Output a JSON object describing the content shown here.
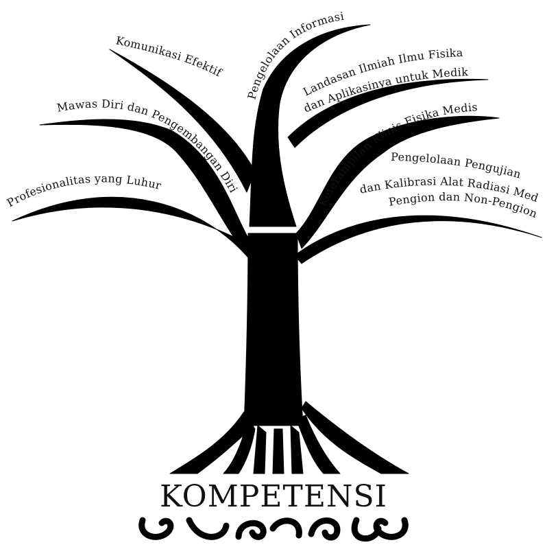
{
  "title": "KOMPETENSI",
  "colors": {
    "tree": "#000000",
    "text": "#111111",
    "background": "#ffffff"
  },
  "branches": [
    {
      "id": "profesionalitas",
      "label": "Profesionalitas yang Luhur"
    },
    {
      "id": "mawas-diri",
      "label": "Mawas Diri dan Pengembangan Diri"
    },
    {
      "id": "komunikasi",
      "label": "Komunikasi Efektif"
    },
    {
      "id": "pengelolaan-informasi",
      "label": "Pengelolaan Informasi"
    },
    {
      "id": "landasan-ilmiah",
      "label_line1": "Landasan Ilmiah Ilmu Fisika",
      "label_line2": "dan Aplikasinya untuk Medik"
    },
    {
      "id": "keterampilan-klinis",
      "label": "Keterampilan Klinis Fisika Medis"
    },
    {
      "id": "pengelolaan-pengujian",
      "label_line1": "Pengelolaan Pengujian",
      "label_line2": "dan Kalibrasi Alat Radiasi Medis",
      "label_line3": "Pengion dan Non-Pengion"
    }
  ],
  "ornament": "decorative-scroll"
}
